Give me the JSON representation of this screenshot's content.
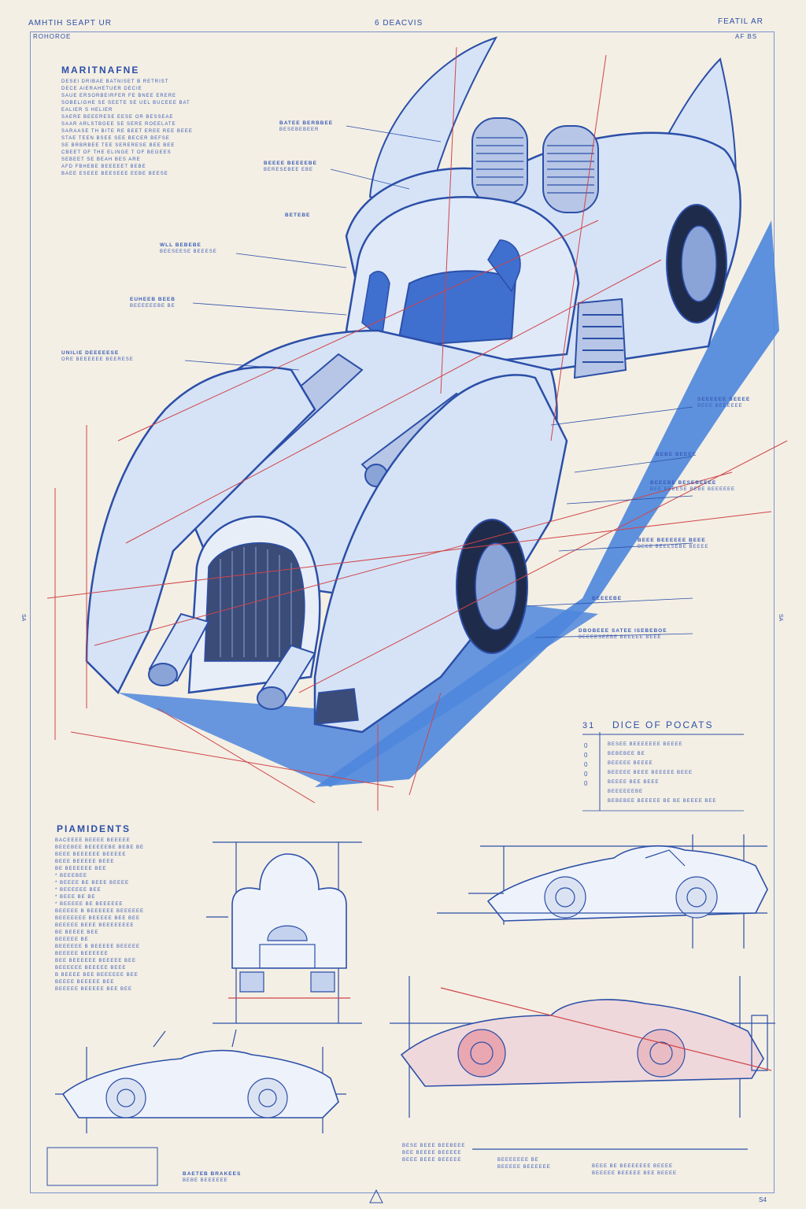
{
  "header": {
    "top_left": "AMHTIH SEAPT UR",
    "top_left_sub": "ROHOROE",
    "top_center": "6 DEACVIS",
    "top_right": "FEATIL AR",
    "top_right_sub": "AF BS"
  },
  "main_notes": {
    "title": "MARITNAFNE",
    "lines": [
      "DESEI DRIBAE BATNISET B RETRIST",
      "DECE AIERAHETUER DECIE",
      "SAUE ERSORBEIRFER FE BNEE ERERE",
      "SOBELIGHE SE SEETE SE UEL BUCEEE BAT",
      "EALIER S HELIER",
      "SAERE BEEERESE EESE OR BESSEAE",
      "SAAR ARLSTBGEE SE SERE ROEELATE",
      "SARAASE TH BITE RE BEET EREE REE BEEE",
      "STAE TEEN BSEE SEE BECER BEFSE",
      "SE BRBRBEE TEE SERERESE BEE BEE",
      "CBEET OF THE ELINGE T OF BEGEES",
      "SEBEET SE BEAH BES ARE",
      "AFD FBHEBE BEEEEET BEBE",
      "BAEE ESEEE BEESEEE EEBE BEESE"
    ]
  },
  "callouts": {
    "c1": {
      "head": "BATEE BERBBEE",
      "sub": "BESEBEBEER"
    },
    "c2": {
      "head": "BEEEE BEEEEBE",
      "sub": "BERESEBEE EBE"
    },
    "c3": {
      "head": "BETEBE",
      "sub": ""
    },
    "c4": {
      "head": "WLL BEBEBE",
      "sub": "BEESEESE BEEESE"
    },
    "c5": {
      "head": "EUHEEB BEEB",
      "sub": "BEEEEEEBE BE"
    },
    "c6": {
      "head": "UNILIE DEEEEESE",
      "sub": "ORE BEEEEEE BEERESE"
    },
    "c7": {
      "head": "SEEEEEE BEEEE",
      "sub": "BEEE BEEEEEE"
    },
    "c8": {
      "head": "BEBE BEEEE",
      "sub": ""
    },
    "c9": {
      "head": "BEEEBE BESEBEEEE",
      "sub": "BEE BEEESE BEBE BEEEEEE"
    },
    "c10": {
      "head": "BEEE BEEEEEE BEEE",
      "sub": "BEEE BEEESEBE BEEEE"
    },
    "c11": {
      "head": "BEEEEBE",
      "sub": ""
    },
    "c12": {
      "head": "DBOBEEE SATEE ISEBEBOE",
      "sub": "BEEEESEEBE BEEEEE BEEE"
    }
  },
  "spec_box": {
    "index": "31",
    "title": "DICE OF POCATS",
    "lines": [
      "BESEE BEEEEEEE BEEEE",
      "BEBEBEE BE",
      "BEEEEE BEEEE",
      "BEEEEE BEEE BEEEEE BEEE",
      "BEEEE BEE BEEE",
      "BEEEEEEBE",
      "BEBEBEE BEEEEE BE BE BEEEE BEE"
    ],
    "bullets": [
      "0",
      "0",
      "0",
      "0",
      "0"
    ]
  },
  "bottom_notes": {
    "title": "PIAMIDENTS",
    "lines": [
      "BACEEEE BEEEE BEEEEE",
      "BEEEBEE BEEEEEBE BEBE BE",
      "BEEE BEEEEEE BEEEEE",
      "BEEE BEEEEE BEEE",
      "BE BEEEEEE BEE",
      "* BEEEBEE",
      "* BEEEE BE BEEE BEEEE",
      "* BEEEEEE BEE",
      "* BEEE BE BE",
      "* BEEEEE BE BEEEEEE",
      "BEEEEE B BEEEEEE BEEEEEE",
      "BEEEEEEE BEEEEE BEE BEE",
      "BEEEEE BEEE BEEEEEEEE",
      "BE BEEEE BEE",
      "BEEEEE BE",
      "BEEEEEE B BEEEEE BEEEEE",
      "BEEEEE BEEEEEE",
      "BEE BEEEEEE BEEEEE BEE",
      "BEEEEEE BEEEEE BEEE",
      "B BEEEE BEE BEEEEEE BEE",
      "BEEEE BEEEEE BEE",
      "BEEEEE BEEEEE BEE BEE"
    ]
  },
  "footer": {
    "f1_head": "BAETEB BRAKEES",
    "f1_sub": "BEBE BEEEEEE",
    "f2_lines": [
      "BESE BEEE BEEBEEE",
      "BEE BEEEE BEEEEE",
      "BEEE BEEE BEEEEE"
    ],
    "f3_lines": [
      "BEEEEEEE BE",
      "BEEEEE BEEEEEE"
    ],
    "f4_lines": [
      "BEEE BE BEEEEEEE BEEEE",
      "BEEEEE BEEEEE BEE BEEEE"
    ],
    "sheet_no": "S4",
    "left_mark": "SA",
    "right_mark": "SA"
  },
  "colors": {
    "ink": "#2b4fa8",
    "body": "#d6e3f6",
    "shadow": "#4d86dd",
    "redline": "#d0454a",
    "paper": "#f4efe4"
  }
}
